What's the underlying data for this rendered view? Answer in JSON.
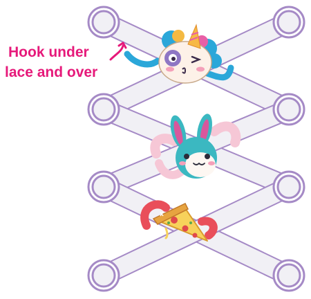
{
  "instruction": {
    "line1": "Hook under",
    "line2": "lace and over"
  },
  "colors": {
    "lace_fill": "#f1f0f5",
    "lace_outline": "#a58ac6",
    "eyelet_outline": "#a58ac6",
    "accent_pink": "#e6197a",
    "unicorn_mane": "#2ba7d9",
    "bunny_teal": "#3bb8c1",
    "pizza_crust": "#e7a440",
    "pizza_cheese": "#f7d25b",
    "pepperoni": "#e04a4a"
  },
  "charms": [
    {
      "name": "unicorn-charm",
      "icon": "unicorn-face-icon"
    },
    {
      "name": "bunny-charm",
      "icon": "bunny-face-icon"
    },
    {
      "name": "pizza-charm",
      "icon": "pizza-slice-icon"
    }
  ]
}
